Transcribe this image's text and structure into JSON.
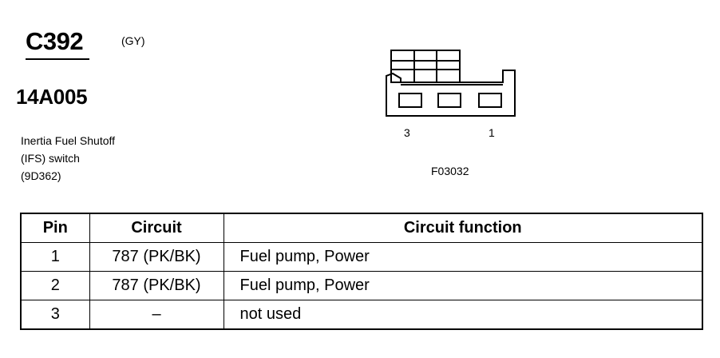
{
  "connector": {
    "id": "C392",
    "color": "(GY)",
    "part_number": "14A005",
    "description": [
      "Inertia Fuel Shutoff",
      "(IFS) switch",
      "(9D362)"
    ]
  },
  "diagram": {
    "pin_labels": [
      "3",
      "1"
    ],
    "figure_code": "F03032"
  },
  "table": {
    "headers": [
      "Pin",
      "Circuit",
      "Circuit function"
    ],
    "rows": [
      {
        "pin": "1",
        "circuit": "787 (PK/BK)",
        "function": "Fuel pump, Power"
      },
      {
        "pin": "2",
        "circuit": "787 (PK/BK)",
        "function": "Fuel pump, Power"
      },
      {
        "pin": "3",
        "circuit": "–",
        "function": "not used"
      }
    ]
  }
}
